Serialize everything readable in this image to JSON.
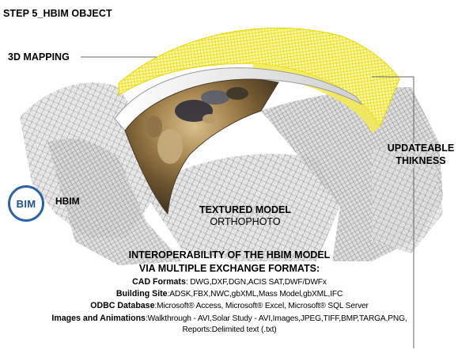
{
  "title": "STEP 5_HBIM OBJECT",
  "labels": {
    "mapping": "3D MAPPING",
    "thickness_line1": "UPDATEABLE",
    "thickness_line2": "THIKNESS",
    "hbim": "HBIM",
    "bim_logo_text": "BIM",
    "textured_model": "TEXTURED MODEL",
    "orthophoto": "ORTHOPHOTO"
  },
  "interoperability": {
    "line1": "INTEROPERABILITY OF THE HBIM MODEL",
    "line2": "VIA MULTIPLE EXCHANGE FORMATS:"
  },
  "formats": [
    {
      "name": "CAD Formats",
      "value": ": DWG,DXF,DGN,ACIS SAT,DWF/DWFx"
    },
    {
      "name": "Building Site",
      "value": ":ADSK,FBX,NWC,gbXML,Mass Model,gbXML,IFC"
    },
    {
      "name": "ODBC Database",
      "value": ":Microsoft® Access, Microsoft® Excel, Microsoft® SQL Server"
    },
    {
      "name": "Images and Animations",
      "value": ":Walkthrough - AVI,Solar Study - AVI,Images,JPEG,TIFF,BMP,TARGA,PNG,"
    },
    {
      "name": "",
      "value": "Reports:Delimited text (.txt)"
    }
  ],
  "colors": {
    "yellow_mesh": "#f2e200",
    "point_cloud": "#8a8a8a",
    "bim_blue": "#2a63a8",
    "leader_line": "#666666"
  }
}
